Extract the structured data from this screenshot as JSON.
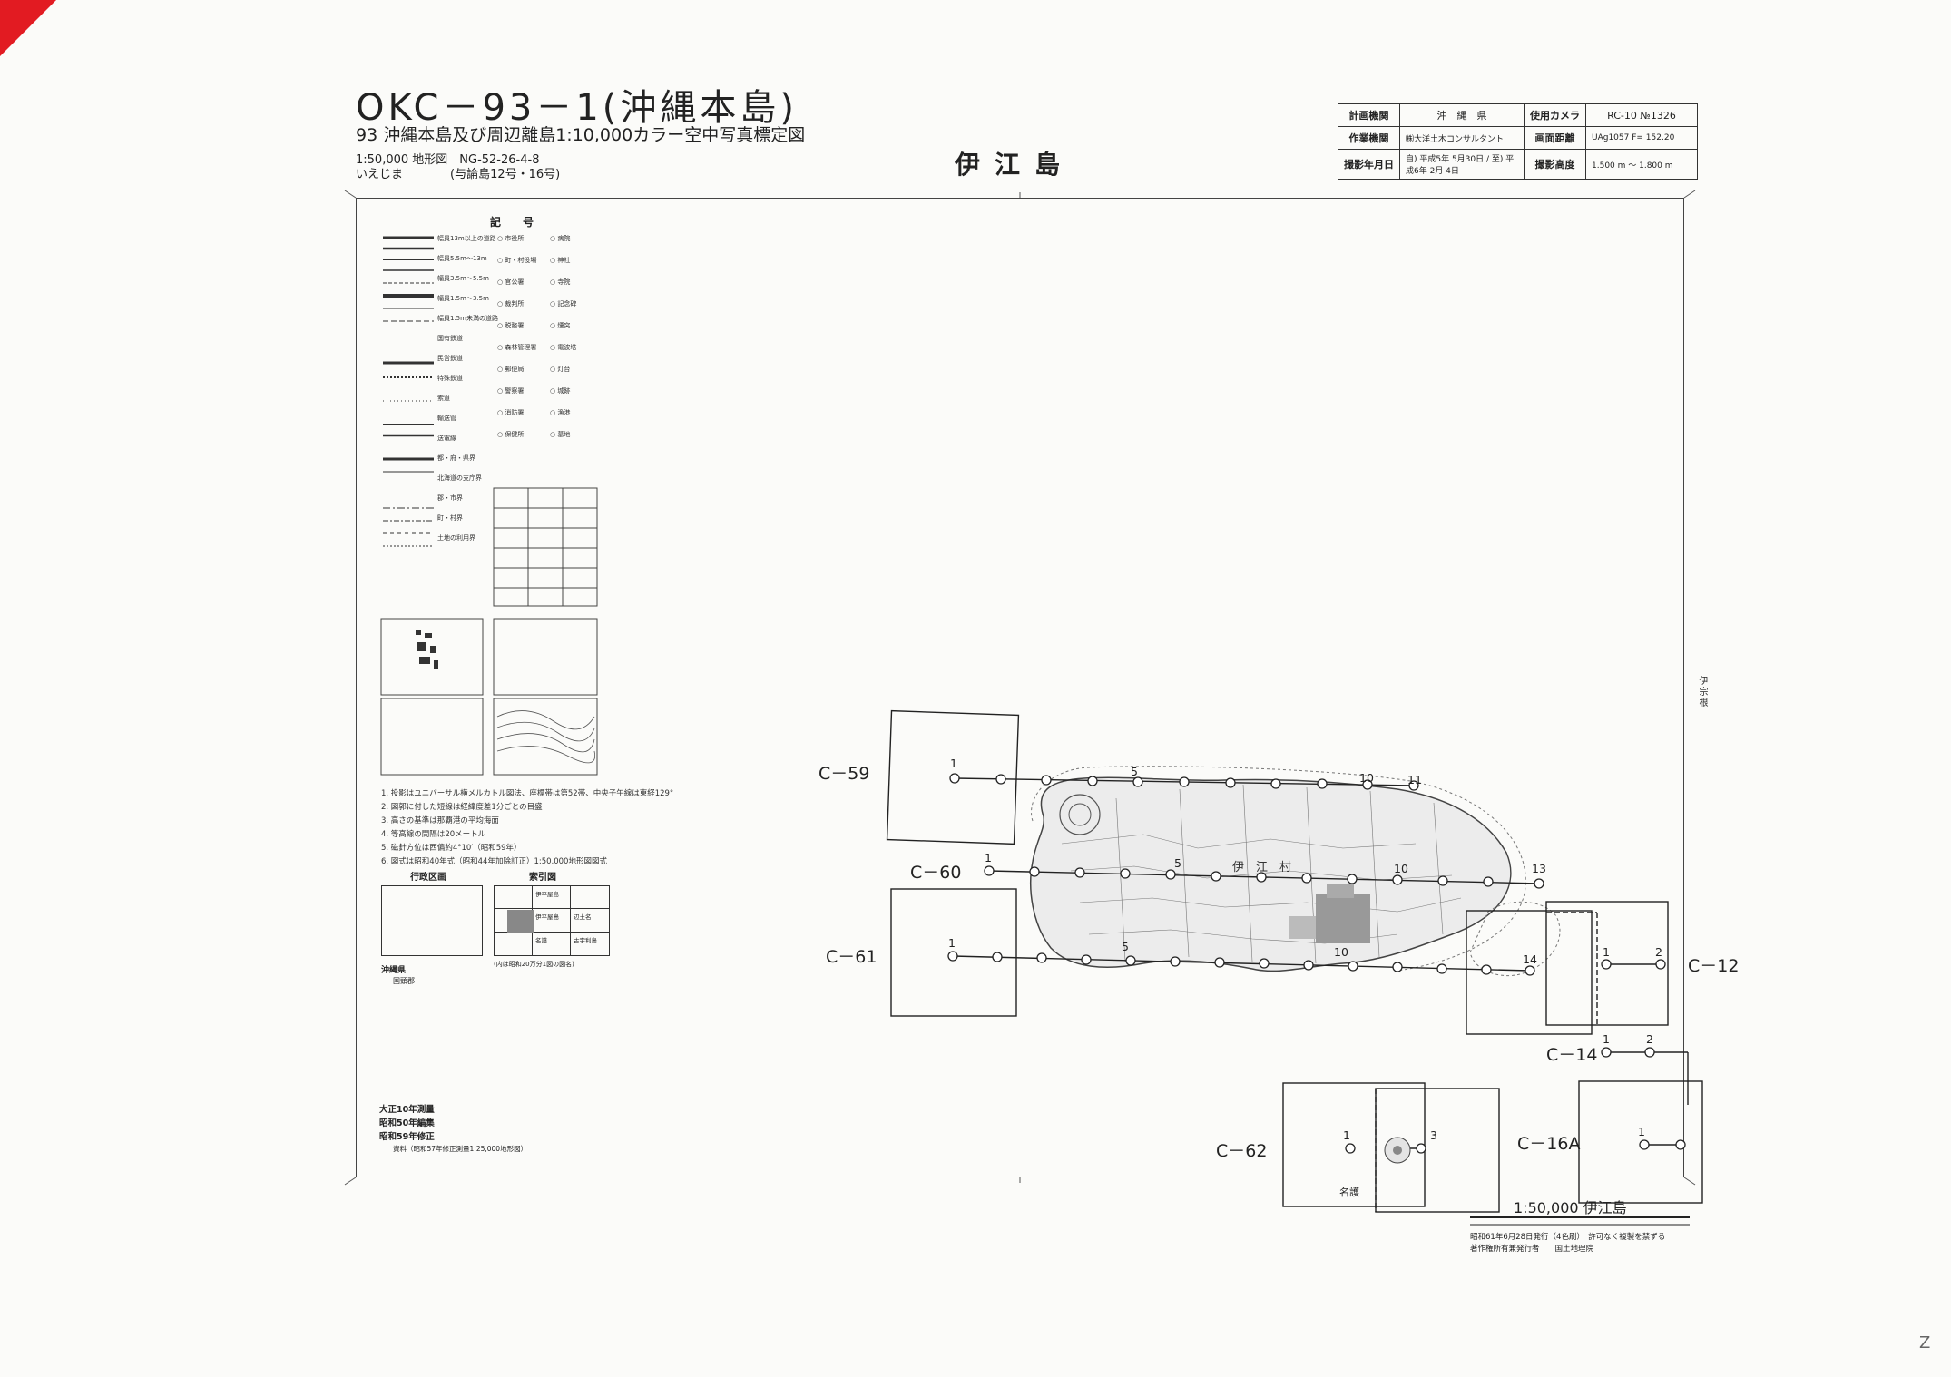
{
  "header": {
    "sheet_code": "OKC－93－1(沖縄本島)",
    "subtitle": "93 沖縄本島及び周辺離島1:10,000カラー空中写真標定図",
    "base_map": "1:50,000 地形図　NG-52-26-4-8",
    "base_map_name": "いえじま　　　　(与論島12号・16号)",
    "map_title": "伊江島"
  },
  "info_table": {
    "rows": [
      {
        "label1": "計画機関",
        "value1": "沖　縄　県",
        "label2": "使用カメラ",
        "value2": "RC-10 №1326"
      },
      {
        "label1": "作業機関",
        "value1": "㈱大洋土木コンサルタント",
        "label2": "画面距離",
        "value2": "UAg1057 F= 152.20"
      },
      {
        "label1": "撮影年月日",
        "value1": "自) 平成5年 5月30日 / 至) 平成6年 2月 4日",
        "label2": "撮影高度",
        "value2": "1.500 m ～ 1.800 m"
      }
    ]
  },
  "legend": {
    "heading": "記　号",
    "lines": [
      "幅員13m以上の道路",
      "幅員5.5m～13m",
      "幅員3.5m～5.5m",
      "幅員1.5m～3.5m",
      "幅員1.5m未満の道路",
      "国有鉄道",
      "民営鉄道",
      "特殊鉄道",
      "索道",
      "輸送管",
      "送電線",
      "都・府・県界",
      "北海道の支庁界",
      "郡・市界",
      "町・村界",
      "土地の利用界"
    ],
    "symbols": [
      "市役所",
      "町・村役場",
      "官公署",
      "裁判所",
      "税務署",
      "森林管理署",
      "郵便局",
      "警察署",
      "消防署",
      "保健所",
      "病院",
      "神社",
      "寺院",
      "記念碑",
      "煙突",
      "電波塔",
      "灯台",
      "城跡",
      "漁港",
      "墓地"
    ]
  },
  "notes": [
    "1. 投影はユニバーサル横メルカトル図法、座標帯は第52帯、中央子午線は東経129°",
    "2. 図郭に付した短線は経緯度差1分ごとの目盛",
    "3. 高さの基準は那覇港の平均海面",
    "4. 等高線の間隔は20メートル",
    "5. 磁針方位は西偏約4°10′（昭和59年）",
    "6. 図式は昭和40年式（昭和44年加除訂正）1:50,000地形図図式"
  ],
  "insets": {
    "admin_title": "行政区画",
    "admin_pref": "沖縄県",
    "admin_county": "国頭郡",
    "index_title": "索引図",
    "index_cells": [
      "伊平屋島",
      "",
      "伊平屋島",
      "辺土名",
      "名護",
      "",
      "古宇利島",
      ""
    ],
    "index_note": "(内は昭和20万分1図の図名)"
  },
  "survey_history": [
    "大正10年測量",
    "昭和50年編集",
    "昭和59年修正"
  ],
  "survey_source": "資料（昭和57年修正測量1:25,000地形図）",
  "photo_courses": [
    {
      "label": "C－59",
      "start": "1",
      "mid": "5",
      "ends": [
        "10",
        "11"
      ]
    },
    {
      "label": "C－60",
      "start": "1",
      "mid": "5",
      "ends": [
        "10",
        "13"
      ]
    },
    {
      "label": "C－61",
      "start": "1",
      "mid": "5",
      "ends": [
        "10",
        "14"
      ]
    },
    {
      "label": "C－12",
      "start": "1",
      "mid": "",
      "ends": [
        "2"
      ]
    },
    {
      "label": "C－14",
      "start": "1",
      "mid": "",
      "ends": [
        "2"
      ]
    },
    {
      "label": "C－62",
      "start": "1",
      "mid": "",
      "ends": [
        "3"
      ]
    },
    {
      "label": "C－16A",
      "start": "1",
      "mid": "",
      "ends": []
    }
  ],
  "place_labels": {
    "island": "伊　江　村",
    "nago": "名護",
    "adjacent": "伊宗根"
  },
  "bottom": {
    "scale": "1:50,000 伊江島",
    "publisher1": "昭和61年6月28日発行（4色刷）　許可なく複製を禁ずる",
    "publisher2": "著作権所有兼発行者　　国土地理院"
  },
  "corner_mark": "Z",
  "colors": {
    "corner_flag": "#e21b22",
    "line": "#222222"
  }
}
